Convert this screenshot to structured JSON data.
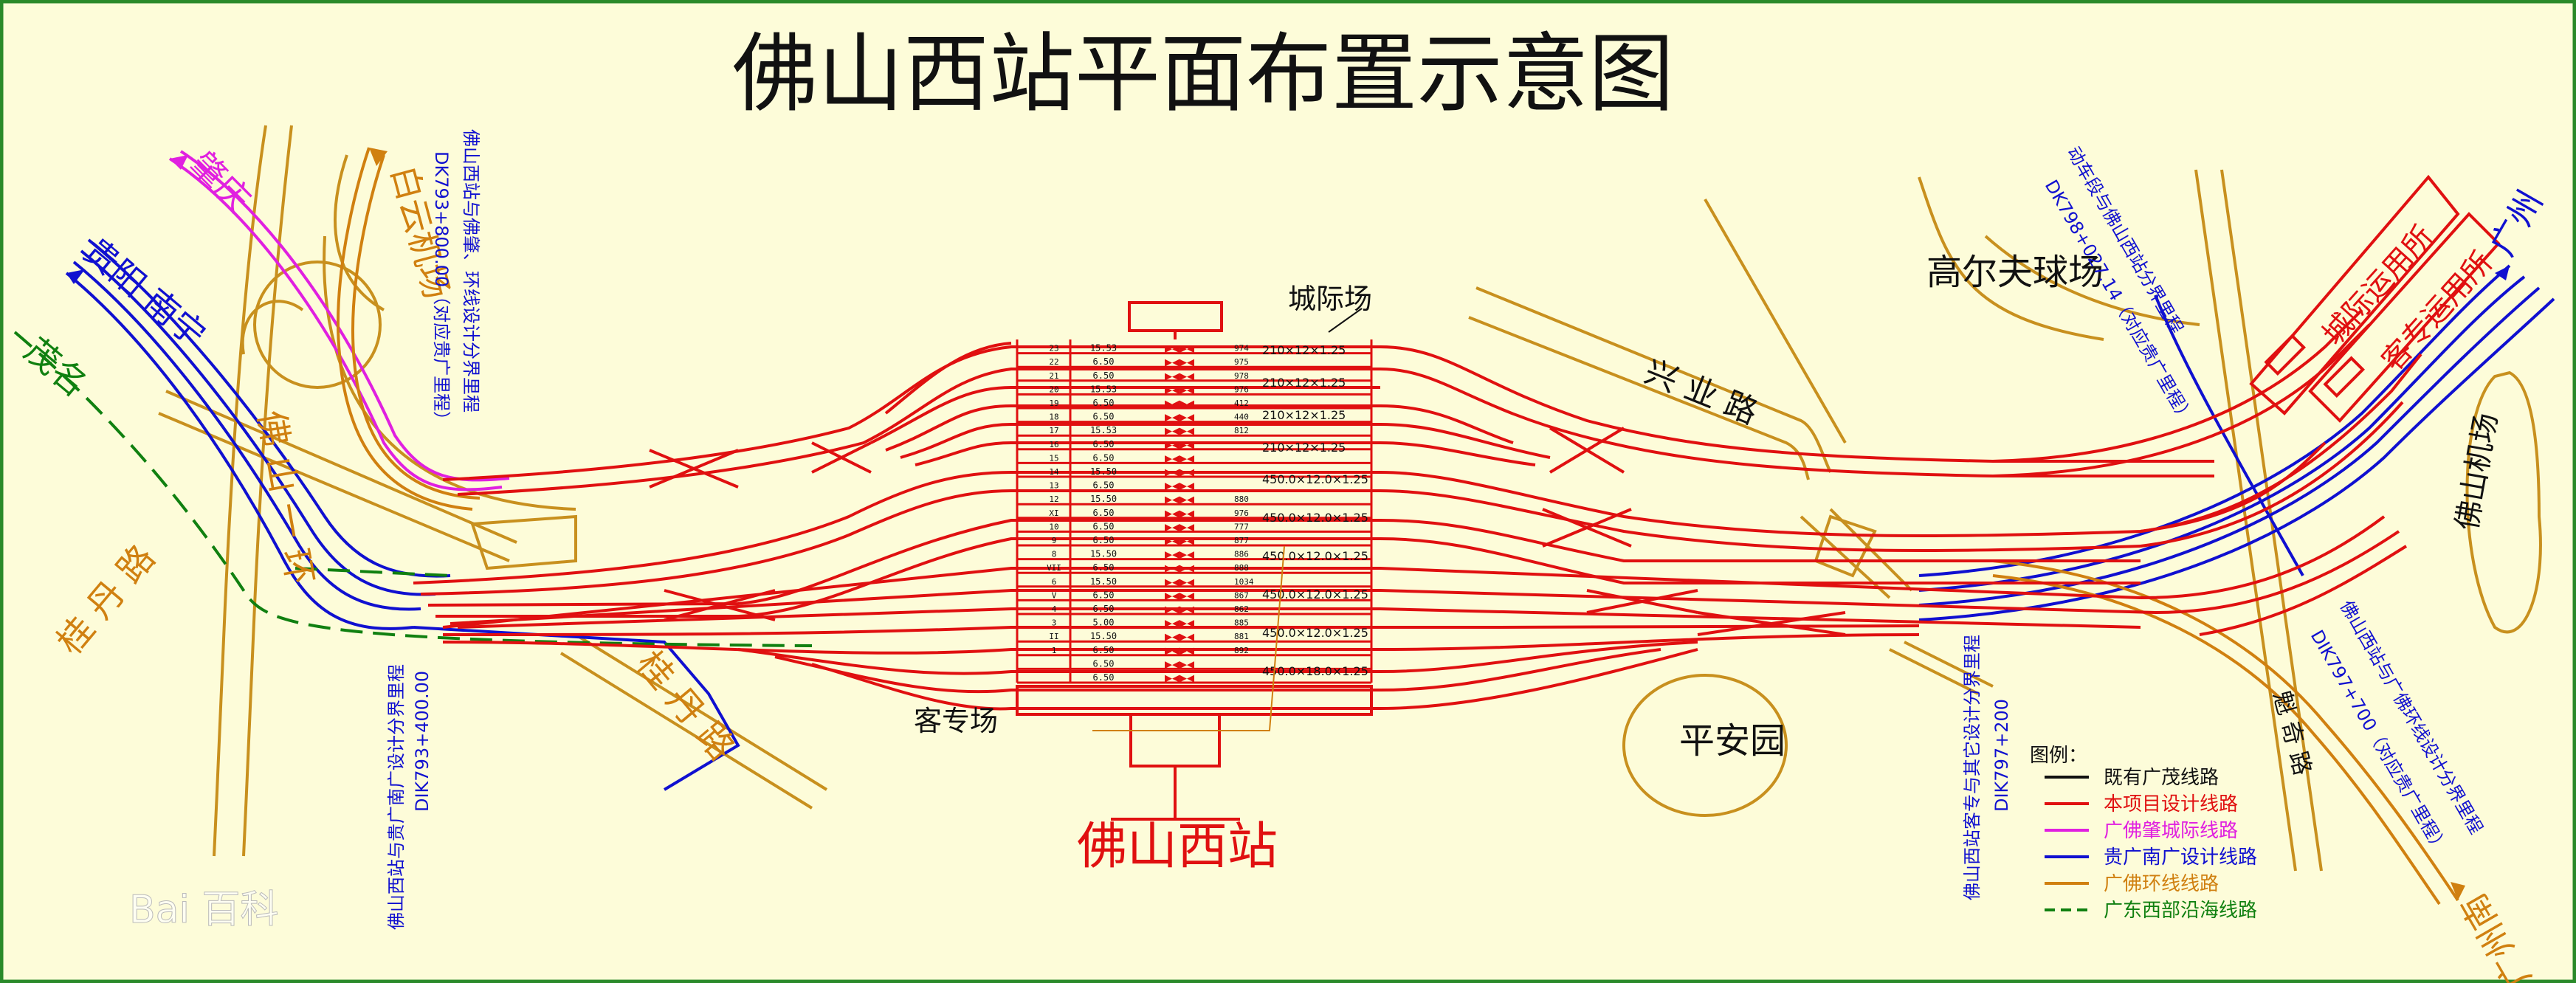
{
  "title": "佛山西站平面布置示意图",
  "station_name": "佛山西站",
  "yards": {
    "intercity": "城际场",
    "passenger_dedicated": "客专场"
  },
  "places": {
    "golf": "高尔夫球场",
    "pingan": "平安园",
    "airport": "佛山机场",
    "xingye_road": "兴 业 路",
    "guidan_road_left": "桂 丹 路",
    "guidan_road_mid": "桂 丹 路",
    "foshan_first_ring": "佛 山 一 环",
    "kuiqi_road": "魁 奇 路",
    "baiyun_airport": "白云机场"
  },
  "directions": {
    "zhaoqing": "肇庆",
    "guiyang_nanning": "贵阳 南宁",
    "maoming": "茂名",
    "guangzhou": "广州",
    "guangzhou_south": "广州南"
  },
  "facilities": {
    "intercity_depot": "城际运用所",
    "passenger_depot": "客专运用所"
  },
  "boundary_notes": {
    "top_left": [
      "佛山西站与佛肇、环线设计分界里程",
      "DK793+800.00（对应贵广里程）"
    ],
    "bottom_left": [
      "佛山西站与贵广南广设计分界里程",
      "DIK793+400.00"
    ],
    "middle_right": [
      "佛山西站客专与其它设计分界里程",
      "DIK797+200"
    ],
    "top_right": [
      "动车段与佛山西站分界里程",
      "DK798+027.14（对应贵广里程）"
    ],
    "bottom_right": [
      "佛山西站与广佛环线设计分界里程",
      "DIK797+700（对应贵广里程）"
    ]
  },
  "legend": {
    "title": "图例：",
    "items": [
      {
        "label": "既有广茂线路",
        "color": "#111111",
        "dashed": false
      },
      {
        "label": "本项目设计线路",
        "color": "#e01010",
        "dashed": false
      },
      {
        "label": "广佛肇城际线路",
        "color": "#e020e0",
        "dashed": false
      },
      {
        "label": "贵广南广设计线路",
        "color": "#1010d0",
        "dashed": false
      },
      {
        "label": "广佛环线线路",
        "color": "#d08010",
        "dashed": false
      },
      {
        "label": "广东西部沿海线路",
        "color": "#108010",
        "dashed": true
      }
    ]
  },
  "platforms": {
    "track_numbers": [
      "23",
      "22",
      "21",
      "20",
      "19",
      "18",
      "17",
      "16",
      "15",
      "14",
      "13",
      "12",
      "XI",
      "10",
      "9",
      "8",
      "VII",
      "6",
      "V",
      "4",
      "3",
      "II",
      "1"
    ],
    "distances": [
      "15.53",
      "6.50",
      "6.50",
      "15.53",
      "6.50",
      "6.50",
      "15.53",
      "6.50",
      "6.50",
      "15.50",
      "6.50",
      "15.50",
      "6.50",
      "6.50",
      "6.50",
      "15.50",
      "6.50",
      "15.50",
      "6.50",
      "6.50",
      "5.00",
      "15.50",
      "6.50",
      "6.50",
      "6.50"
    ],
    "codes": [
      "974",
      "975",
      "978",
      "976",
      "412",
      "440",
      "812",
      "",
      "",
      "",
      "",
      "880",
      "976",
      "777",
      "877",
      "886",
      "888",
      "1034",
      "867",
      "862",
      "885",
      "881",
      "892"
    ],
    "sizes": [
      "210×12×1.25",
      "210×12×1.25",
      "210×12×1.25",
      "210×12×1.25",
      "450.0×12.0×1.25",
      "450.0×12.0×1.25",
      "450.0×12.0×1.25",
      "450.0×12.0×1.25",
      "450.0×12.0×1.25",
      "450.0×18.0×1.25"
    ]
  },
  "watermark": "Bai 百科",
  "colors": {
    "background": "#fdfcd9",
    "frame": "#2a8a2a",
    "project": "#e01010",
    "magenta": "#e020e0",
    "blue": "#1010d0",
    "orange": "#d08010",
    "green": "#108010",
    "road": "#c8901e"
  }
}
